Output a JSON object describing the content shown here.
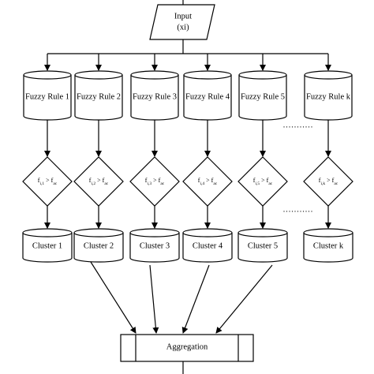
{
  "input": {
    "label": "Input",
    "sub_label": "(xi)"
  },
  "rules": [
    {
      "label": "Fuzzy Rule 1",
      "cond_f": "f",
      "cond_sub": "i,1",
      "cond_op": ">",
      "cond_rhs": "f",
      "cond_rhs_sub": "ac",
      "cluster": "Cluster 1"
    },
    {
      "label": "Fuzzy Rule 2",
      "cond_f": "f",
      "cond_sub": "i,2",
      "cond_op": ">",
      "cond_rhs": "f",
      "cond_rhs_sub": "ac",
      "cluster": "Cluster 2"
    },
    {
      "label": "Fuzzy Rule 3",
      "cond_f": "f",
      "cond_sub": "i,3",
      "cond_op": ">",
      "cond_rhs": "f",
      "cond_rhs_sub": "ac",
      "cluster": "Cluster 3"
    },
    {
      "label": "Fuzzy Rule 4",
      "cond_f": "f",
      "cond_sub": "i,4",
      "cond_op": ">",
      "cond_rhs": "f",
      "cond_rhs_sub": "ac",
      "cluster": "Cluster 4"
    },
    {
      "label": "Fuzzy Rule 5",
      "cond_f": "f",
      "cond_sub": "i,5",
      "cond_op": ">",
      "cond_rhs": "f",
      "cond_rhs_sub": "ac",
      "cluster": "Cluster 5"
    },
    {
      "label": "Fuzzy Rule k",
      "cond_f": "f",
      "cond_sub": "i,k",
      "cond_op": ">",
      "cond_rhs": "f",
      "cond_rhs_sub": "ac",
      "cluster": "Cluster k"
    }
  ],
  "ellipsis": "...........",
  "aggregation": {
    "label": "Aggregation"
  },
  "colors": {
    "stroke": "#000000",
    "fill": "#ffffff"
  }
}
